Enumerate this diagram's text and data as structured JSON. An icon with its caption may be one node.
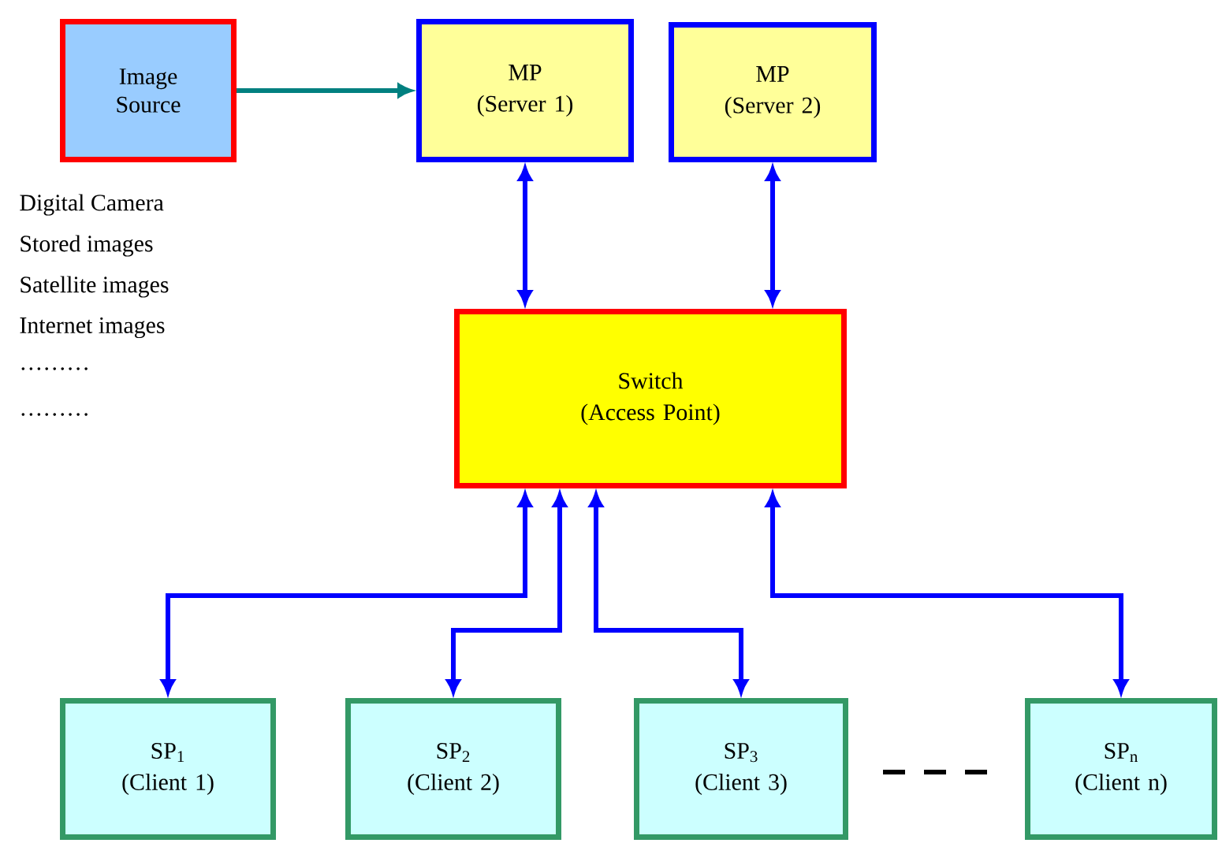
{
  "diagram": {
    "nodes": [
      {
        "text": [
          "Image Source"
        ]
      },
      {
        "text": [
          "MP",
          "(Server 1)"
        ]
      },
      {
        "text": [
          "MP",
          "(Server 2)"
        ]
      },
      {
        "text": [
          "Switch",
          "(Access Point)"
        ]
      },
      {
        "text": [
          "SP$_{1}$",
          "(Client 1)"
        ]
      },
      {
        "text": [
          "SP$_{2}$",
          "(Client 2)"
        ]
      },
      {
        "text": [
          "SP$_{3}$",
          "(Client 3)"
        ]
      },
      {
        "text": [
          "SP$_{n}$",
          "(Client n)"
        ]
      }
    ],
    "edges": [
      {
        "from": 0,
        "to": 1,
        "arrow": "to",
        "color": "#008080"
      },
      {
        "from": 1,
        "to": 3,
        "arrow": "both"
      },
      {
        "from": 2,
        "to": 3,
        "arrow": "both"
      },
      {
        "from": 3,
        "to": 4,
        "arrow": "both"
      },
      {
        "from": 3,
        "to": 5,
        "arrow": "both"
      },
      {
        "from": 3,
        "to": 6,
        "arrow": "both"
      },
      {
        "from": 3,
        "to": 7,
        "arrow": "both"
      }
    ],
    "labels": [
      "Digital Camera",
      "Stored images",
      "Satellite images",
      "Internet images",
      "………",
      "………"
    ]
  }
}
